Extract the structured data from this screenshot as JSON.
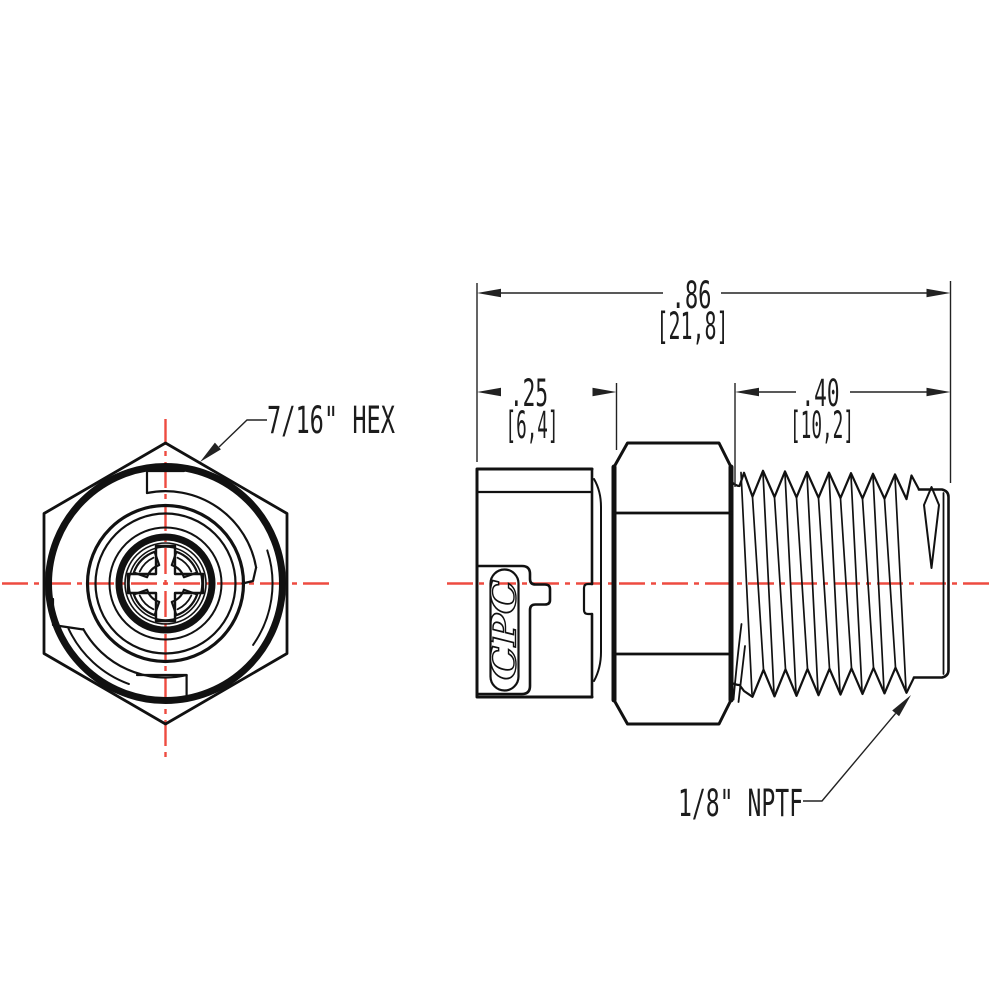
{
  "drawing": {
    "labels": {
      "hex": "7/16\" HEX",
      "thread": "1/8\" NPTF",
      "logo": "CPC"
    },
    "dimensions": {
      "overall_length": {
        "inch": ".86",
        "mm": "[21,8]"
      },
      "body_length": {
        "inch": ".25",
        "mm": "[6,4]"
      },
      "thread_length": {
        "inch": ".40",
        "mm": "[10,2]"
      }
    },
    "colors": {
      "line": "#111111",
      "centerline": "#ee4b40",
      "text": "#1c1c1c"
    }
  }
}
